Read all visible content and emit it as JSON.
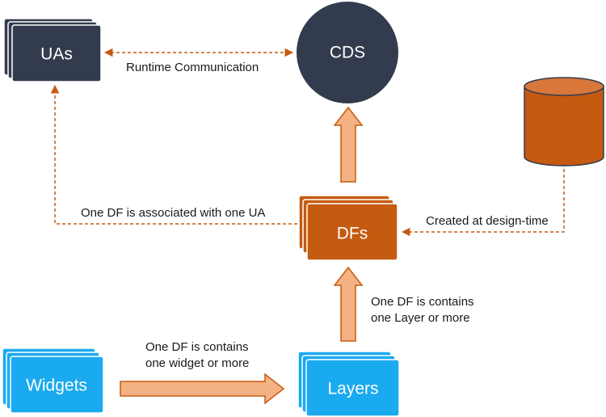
{
  "colors": {
    "dark": "#333c4e",
    "orange": "#c55a11",
    "blue": "#1aaaf0",
    "light_orange": "#f4b183",
    "stroke": "#ffffff"
  },
  "nodes": {
    "uas": "UAs",
    "cds": "CDS",
    "dfs": "DFs",
    "widgets": "Widgets",
    "layers": "Layers",
    "database": "database-cylinder-icon"
  },
  "edges": {
    "runtime": "Runtime Communication",
    "df_ua": "One DF is associated with one UA",
    "design_time": "Created at design-time",
    "df_layer": [
      "One DF is contains",
      "one Layer or more"
    ],
    "df_widget": [
      "One DF is contains",
      "one widget or more"
    ]
  }
}
